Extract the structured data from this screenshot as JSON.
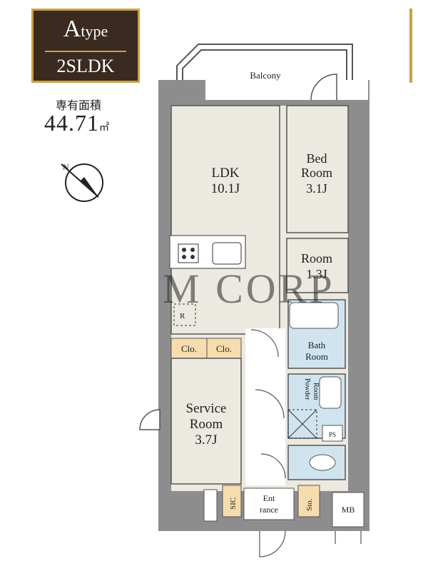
{
  "badge": {
    "type_letter": "A",
    "type_suffix": "type",
    "layout": "2SLDK"
  },
  "area": {
    "label": "専有面積",
    "value": "44.71",
    "unit": "㎡"
  },
  "watermark": "M CORP",
  "rooms": {
    "balcony": "Balcony",
    "ldk": {
      "name": "LDK",
      "size": "10.1J"
    },
    "bedroom": {
      "line1": "Bed",
      "line2": "Room",
      "size": "3.1J"
    },
    "room": {
      "name": "Room",
      "size": "1.3J"
    },
    "bath": {
      "line1": "Bath",
      "line2": "Room"
    },
    "powder": {
      "line1": "Powder",
      "line2": "Room"
    },
    "service": {
      "line1": "Service",
      "line2": "Room",
      "size": "3.7J"
    },
    "clo1": "Clo.",
    "clo2": "Clo.",
    "sic": "SIC",
    "entrance": {
      "line1": "Ent",
      "line2": "rance"
    },
    "sto": "Sto.",
    "mb": "MB",
    "ps": "PS",
    "fridge": "R"
  },
  "colors": {
    "wall": "#8d8d8d",
    "floor": "#ece9e1",
    "wet": "#cfe4ef",
    "closet": "#f6dcae",
    "gold": "#c9a243",
    "badge_bg": "#3a2a1f"
  }
}
